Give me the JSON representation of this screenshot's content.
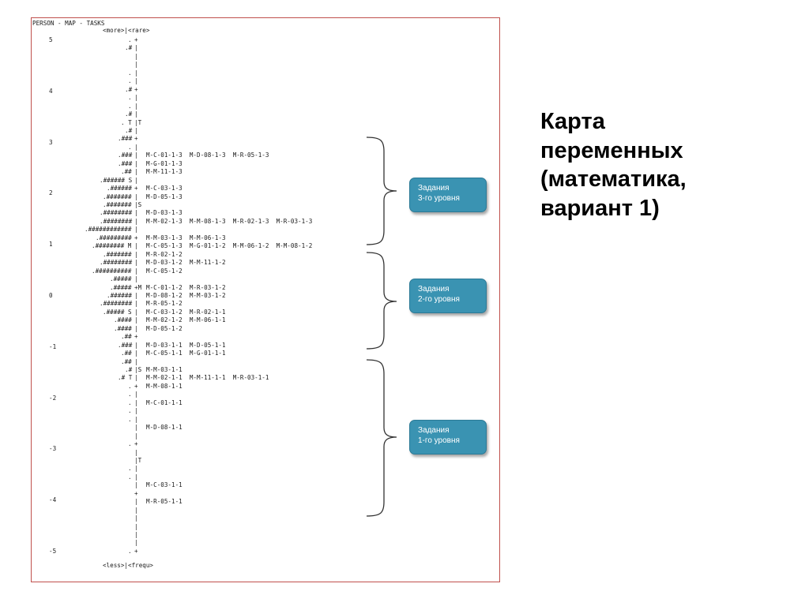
{
  "slide_title": {
    "lines": [
      "Карта",
      "переменных",
      "(математика,",
      "вариант 1)"
    ]
  },
  "map": {
    "header": "PERSON - MAP - TASKS",
    "top_label": "<more>|<rare>",
    "bottom_label": "<less>|<frequ>",
    "scale_labels": [
      {
        "value": "5",
        "row": 0
      },
      {
        "value": "4",
        "row": 9
      },
      {
        "value": "3",
        "row": 18
      },
      {
        "value": "2",
        "row": 27
      },
      {
        "value": "1",
        "row": 36
      },
      {
        "value": "0",
        "row": 45
      },
      {
        "value": "-1",
        "row": 54
      },
      {
        "value": "-2",
        "row": 63
      },
      {
        "value": "-3",
        "row": 72
      },
      {
        "value": "-4",
        "row": 81
      },
      {
        "value": "-5",
        "row": 90
      }
    ],
    "rows": [
      {
        "left": ".",
        "mid": "+",
        "items": ""
      },
      {
        "left": ".#",
        "mid": "|",
        "items": ""
      },
      {
        "left": "",
        "mid": "|",
        "items": ""
      },
      {
        "left": "",
        "mid": "|",
        "items": ""
      },
      {
        "left": ".",
        "mid": "|",
        "items": ""
      },
      {
        "left": ".",
        "mid": "|",
        "items": ""
      },
      {
        "left": ".#",
        "mid": "+",
        "items": ""
      },
      {
        "left": ".",
        "mid": "|",
        "items": ""
      },
      {
        "left": ".",
        "mid": "|",
        "items": ""
      },
      {
        "left": ".#",
        "mid": "|",
        "items": ""
      },
      {
        "left": ". T",
        "mid": "|T",
        "items": ""
      },
      {
        "left": ".#",
        "mid": "|",
        "items": ""
      },
      {
        "left": ".###",
        "mid": "+",
        "items": ""
      },
      {
        "left": ".",
        "mid": "|",
        "items": ""
      },
      {
        "left": ".###",
        "mid": "|",
        "items": "M-C-01-1-3  M-D-08-1-3  M-R-05-1-3"
      },
      {
        "left": ".###",
        "mid": "|",
        "items": "M-G-01-1-3"
      },
      {
        "left": ".##",
        "mid": "|",
        "items": "M-M-11-1-3"
      },
      {
        "left": ".###### S",
        "mid": "|",
        "items": ""
      },
      {
        "left": ".######",
        "mid": "+",
        "items": "M-C-03-1-3"
      },
      {
        "left": ".#######",
        "mid": "|",
        "items": "M-D-05-1-3"
      },
      {
        "left": ".#######",
        "mid": "|S",
        "items": ""
      },
      {
        "left": ".########",
        "mid": "|",
        "items": "M-D-03-1-3"
      },
      {
        "left": ".########",
        "mid": "|",
        "items": "M-M-02-1-3  M-M-08-1-3  M-R-02-1-3  M-R-03-1-3"
      },
      {
        "left": ".############",
        "mid": "|",
        "items": ""
      },
      {
        "left": ".#########",
        "mid": "+",
        "items": "M-M-03-1-3  M-M-06-1-3"
      },
      {
        "left": ".######## M",
        "mid": "|",
        "items": "M-C-05-1-3  M-G-01-1-2  M-M-06-1-2  M-M-08-1-2"
      },
      {
        "left": ".#######",
        "mid": "|",
        "items": "M-R-02-1-2"
      },
      {
        "left": ".########",
        "mid": "|",
        "items": "M-D-03-1-2  M-M-11-1-2"
      },
      {
        "left": ".##########",
        "mid": "|",
        "items": "M-C-05-1-2"
      },
      {
        "left": ".#####",
        "mid": "|",
        "items": ""
      },
      {
        "left": ".#####",
        "mid": "+M",
        "items": "M-C-01-1-2  M-R-03-1-2"
      },
      {
        "left": ".######",
        "mid": "|",
        "items": "M-D-08-1-2  M-M-03-1-2"
      },
      {
        "left": ".########",
        "mid": "|",
        "items": "M-R-05-1-2"
      },
      {
        "left": ".##### S",
        "mid": "|",
        "items": "M-C-03-1-2  M-R-02-1-1"
      },
      {
        "left": ".####",
        "mid": "|",
        "items": "M-M-02-1-2  M-M-06-1-1"
      },
      {
        "left": ".####",
        "mid": "|",
        "items": "M-D-05-1-2"
      },
      {
        "left": ".##",
        "mid": "+",
        "items": ""
      },
      {
        "left": ".###",
        "mid": "|",
        "items": "M-D-03-1-1  M-D-05-1-1"
      },
      {
        "left": ".##",
        "mid": "|",
        "items": "M-C-05-1-1  M-G-01-1-1"
      },
      {
        "left": ".##",
        "mid": "|",
        "items": ""
      },
      {
        "left": ".#",
        "mid": "|S",
        "items": "M-M-03-1-1"
      },
      {
        "left": ".# T",
        "mid": "|",
        "items": "M-M-02-1-1  M-M-11-1-1  M-R-03-1-1"
      },
      {
        "left": ".",
        "mid": "+",
        "items": "M-M-08-1-1"
      },
      {
        "left": ".",
        "mid": "|",
        "items": ""
      },
      {
        "left": ".",
        "mid": "|",
        "items": "M-C-01-1-1"
      },
      {
        "left": ".",
        "mid": "|",
        "items": ""
      },
      {
        "left": ".",
        "mid": "|",
        "items": ""
      },
      {
        "left": "",
        "mid": "|",
        "items": "M-D-08-1-1"
      },
      {
        "left": "",
        "mid": "|",
        "items": ""
      },
      {
        "left": ".",
        "mid": "+",
        "items": ""
      },
      {
        "left": "",
        "mid": "|",
        "items": ""
      },
      {
        "left": "",
        "mid": "|T",
        "items": ""
      },
      {
        "left": ".",
        "mid": "|",
        "items": ""
      },
      {
        "left": ".",
        "mid": "|",
        "items": ""
      },
      {
        "left": "",
        "mid": "|",
        "items": "M-C-03-1-1"
      },
      {
        "left": "",
        "mid": "+",
        "items": ""
      },
      {
        "left": "",
        "mid": "|",
        "items": "M-R-05-1-1"
      },
      {
        "left": "",
        "mid": "|",
        "items": ""
      },
      {
        "left": "",
        "mid": "|",
        "items": ""
      },
      {
        "left": "",
        "mid": "|",
        "items": ""
      },
      {
        "left": "",
        "mid": "|",
        "items": ""
      },
      {
        "left": "",
        "mid": "|",
        "items": ""
      },
      {
        "left": ".",
        "mid": "+",
        "items": ""
      }
    ]
  },
  "callouts": [
    {
      "line1": "Задания",
      "line2": "3-го уровня"
    },
    {
      "line1": "Задания",
      "line2": "2-го уровня"
    },
    {
      "line1": "Задания",
      "line2": "1-го  уровня"
    }
  ],
  "colors": {
    "frame_border": "#c0504d",
    "callout_fill": "#3a93b2",
    "brace_stroke": "#333333"
  }
}
